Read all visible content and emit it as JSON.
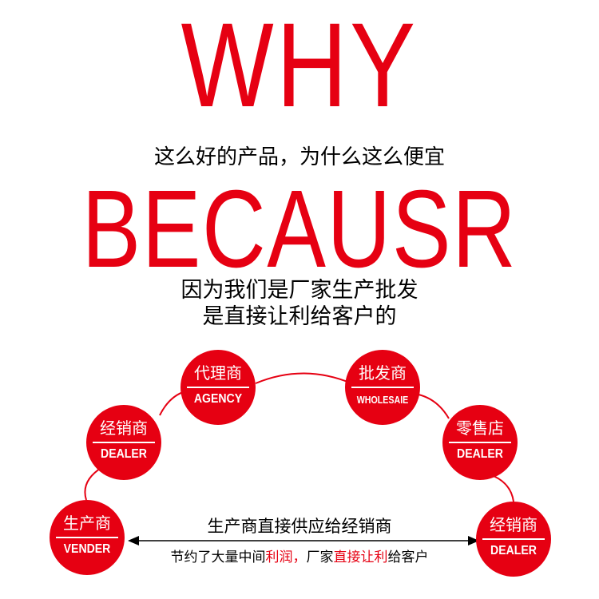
{
  "headline_top": "WHY",
  "question": "这么好的产品，为什么这么便宜",
  "headline_bottom": "BECAUSR",
  "answer_line1": "因为我们是厂家生产批发",
  "answer_line2": "是直接让利给客户的",
  "colors": {
    "accent": "#e60012",
    "text": "#000000",
    "background": "#ffffff"
  },
  "chain": {
    "agency": {
      "cn": "代理商",
      "en": "AGENCY"
    },
    "wholesale": {
      "cn": "批发商",
      "en": "WHOLESAIE"
    },
    "dealer_left": {
      "cn": "经销商",
      "en": "DEALER"
    },
    "retail": {
      "cn": "零售店",
      "en": "DEALER"
    },
    "vender": {
      "cn": "生产商",
      "en": "VENDER"
    },
    "dealer_right": {
      "cn": "经销商",
      "en": "DEALER"
    }
  },
  "caption": {
    "line1": "生产商直接供应给经销商",
    "line2_part1": "节约了大量中间",
    "line2_red1": "利润，",
    "line2_part2": "厂家",
    "line2_red2": "直接让利",
    "line2_part3": "给客户"
  }
}
